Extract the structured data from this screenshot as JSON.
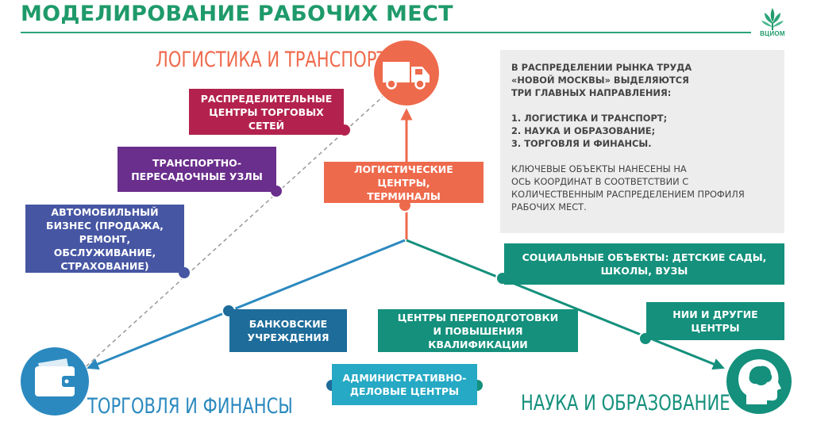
{
  "header": {
    "title": "МОДЕЛИРОВАНИЕ РАБОЧИХ МЕСТ",
    "logo_text": "ВЦИОМ"
  },
  "colors": {
    "green": "#1f9a6a",
    "orange": "#ee6a4c",
    "blue": "#2b89bf",
    "crimson": "#b3224e",
    "purple": "#6a2e8c",
    "indigo": "#4656a3",
    "teal": "#14907c",
    "cyan": "#25a9c4",
    "navy": "#1d6c9a",
    "panel": "#ededed"
  },
  "sections": {
    "logistics": "ЛОГИСТИКА И ТРАНСПОРТ",
    "trade": "ТОРГОВЛЯ И ФИНАНСЫ",
    "science": "НАУКА И ОБРАЗОВАНИЕ"
  },
  "icons": {
    "logistics": "truck-icon",
    "trade": "wallet-icon",
    "science": "head-brain-icon"
  },
  "boxes": {
    "distribution": "РАСПРЕДЕЛИТЕЛЬНЫЕ\nЦЕНТРЫ ТОРГОВЫХ СЕТЕЙ",
    "transport_hubs": "ТРАНСПОРТНО-\nПЕРЕСАДОЧНЫЕ УЗЛЫ",
    "auto_business": "АВТОМОБИЛЬНЫЙ\nБИЗНЕС (ПРОДАЖА,\nРЕМОНТ, ОБСЛУЖИВАНИЕ,\nСТРАХОВАНИЕ)",
    "logistic_centers": "ЛОГИСТИЧЕСКИЕ ЦЕНТРЫ,\nТЕРМИНАЛЫ",
    "social": "СОЦИАЛЬНЫЕ ОБЪЕКТЫ: ДЕТСКИЕ САДЫ,\nШКОЛЫ, ВУЗЫ",
    "research": "НИИ И ДРУГИЕ ЦЕНТРЫ",
    "banks": "БАНКОВСКИЕ\nУЧРЕЖДЕНИЯ",
    "retraining": "ЦЕНТРЫ ПЕРЕПОДГОТОВКИ\nИ ПОВЫШЕНИЯ КВАЛИФИКАЦИИ",
    "admin_business": "АДМИНИСТРАТИВНО-\nДЕЛОВЫЕ ЦЕНТРЫ"
  },
  "info": {
    "heading": "В РАСПРЕДЕЛЕНИИ РЫНКА ТРУДА\n«НОВОЙ МОСКВЫ» ВЫДЕЛЯЮТСЯ\nТРИ ГЛАВНЫХ НАПРАВЛЕНИЯ:",
    "items": [
      "1. ЛОГИСТИКА И ТРАНСПОРТ;",
      "2. НАУКА И ОБРАЗОВАНИЕ;",
      "3. ТОРГОВЛЯ И ФИНАНСЫ."
    ],
    "note": "КЛЮЧЕВЫЕ ОБЪЕКТЫ НАНЕСЕНЫ НА\nОСЬ КООРДИНАТ В СООТВЕТСТВИИ С\nКОЛИЧЕСТВЕННЫМ РАСПРЕДЕЛЕНИЕМ ПРОФИЛЯ\nРАБОЧИХ МЕСТ."
  }
}
